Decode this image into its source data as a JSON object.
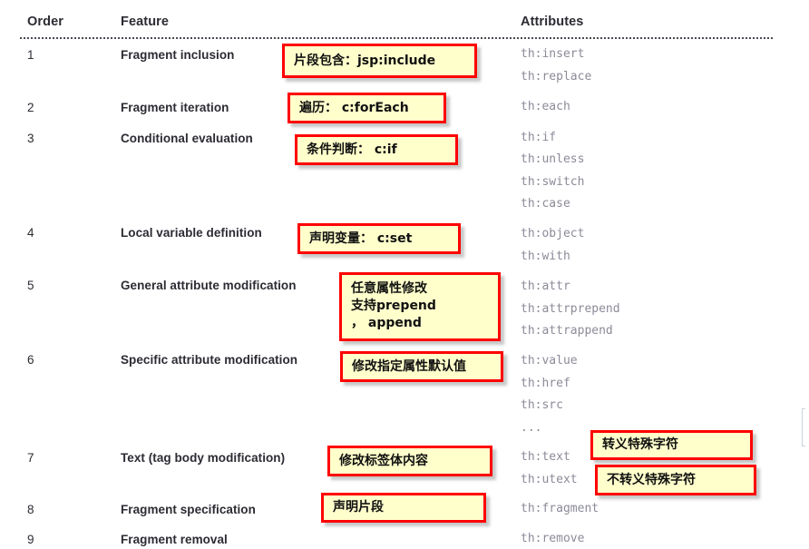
{
  "table": {
    "headers": {
      "order": "Order",
      "feature": "Feature",
      "attributes": "Attributes"
    },
    "rows": [
      {
        "order": "1",
        "feature": "Fragment inclusion",
        "attributes": [
          "th:insert",
          "th:replace"
        ]
      },
      {
        "order": "2",
        "feature": "Fragment iteration",
        "attributes": [
          "th:each"
        ]
      },
      {
        "order": "3",
        "feature": "Conditional evaluation",
        "attributes": [
          "th:if",
          "th:unless",
          "th:switch",
          "th:case"
        ]
      },
      {
        "order": "4",
        "feature": "Local variable definition",
        "attributes": [
          "th:object",
          "th:with"
        ]
      },
      {
        "order": "5",
        "feature": "General attribute modification",
        "attributes": [
          "th:attr",
          "th:attrprepend",
          "th:attrappend"
        ]
      },
      {
        "order": "6",
        "feature": "Specific attribute modification",
        "attributes": [
          "th:value",
          "th:href",
          "th:src",
          "..."
        ]
      },
      {
        "order": "7",
        "feature": "Text (tag body modification)",
        "attributes": [
          "th:text",
          "th:utext"
        ]
      },
      {
        "order": "8",
        "feature": "Fragment specification",
        "attributes": [
          "th:fragment"
        ]
      },
      {
        "order": "9",
        "feature": "Fragment removal",
        "attributes": [
          "th:remove"
        ]
      }
    ]
  },
  "annotations": [
    {
      "id": "callout-fragment-inclusion",
      "text": "片段包含：jsp:include"
    },
    {
      "id": "callout-fragment-iteration",
      "text": "遍历： c:forEach"
    },
    {
      "id": "callout-conditional",
      "text": "条件判断： c:if"
    },
    {
      "id": "callout-local-variable",
      "text": "声明变量： c:set"
    },
    {
      "id": "callout-general-attribute",
      "text": "任意属性修改\n支持prepend\n， append"
    },
    {
      "id": "callout-specific-attribute",
      "text": "修改指定属性默认值"
    },
    {
      "id": "callout-text-body",
      "text": "修改标签体内容"
    },
    {
      "id": "callout-fragment-spec",
      "text": "声明片段"
    },
    {
      "id": "callout-escape",
      "text": "转义特殊字符"
    },
    {
      "id": "callout-no-escape",
      "text": "不转义特殊字符"
    }
  ],
  "colors": {
    "callout_fill": "#FFFFCC",
    "callout_border": "#FF0000",
    "header_text": "#2B2B33",
    "attribute_text": "#8B8B99",
    "page_background": "#FFFFFF"
  }
}
